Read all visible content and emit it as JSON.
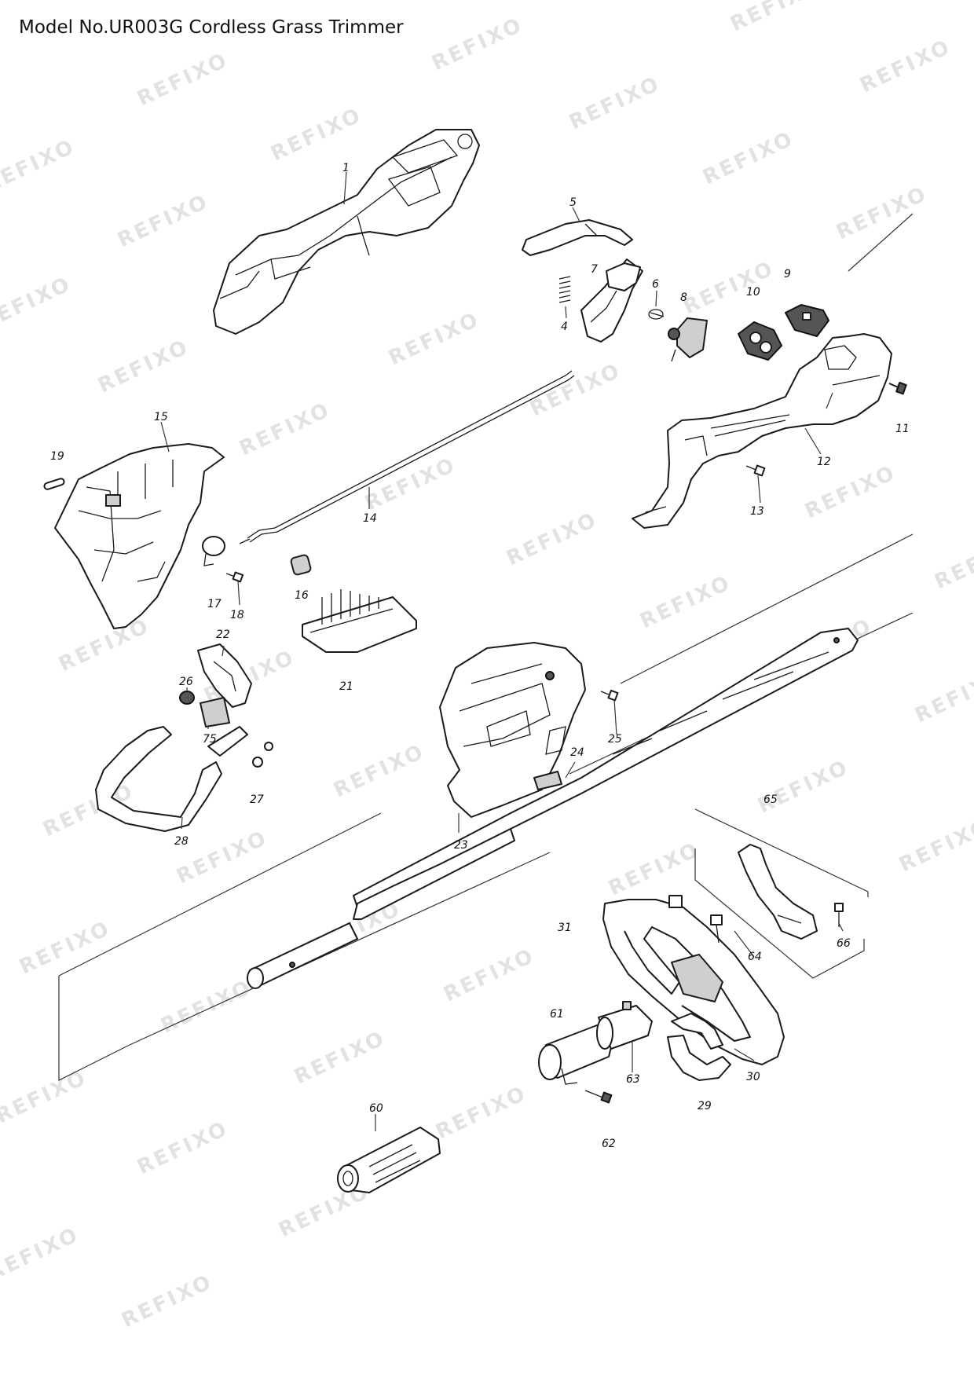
{
  "title": "Model No.UR003G Cordless Grass Trimmer",
  "watermark": "REFIXO",
  "part_labels": {
    "p1": "1",
    "p4": "4",
    "p5": "5",
    "p6": "6",
    "p7": "7",
    "p8": "8",
    "p9": "9",
    "p10": "10",
    "p11": "11",
    "p12": "12",
    "p13": "13",
    "p14": "14",
    "p15": "15",
    "p16": "16",
    "p17": "17",
    "p18": "18",
    "p19": "19",
    "p21": "21",
    "p22": "22",
    "p23": "23",
    "p24": "24",
    "p25": "25",
    "p26": "26",
    "p27": "27",
    "p28": "28",
    "p29": "29",
    "p30": "30",
    "p31": "31",
    "p60": "60",
    "p61": "61",
    "p62": "62",
    "p63": "63",
    "p64": "64",
    "p65": "65",
    "p66": "66",
    "p75": "75"
  }
}
